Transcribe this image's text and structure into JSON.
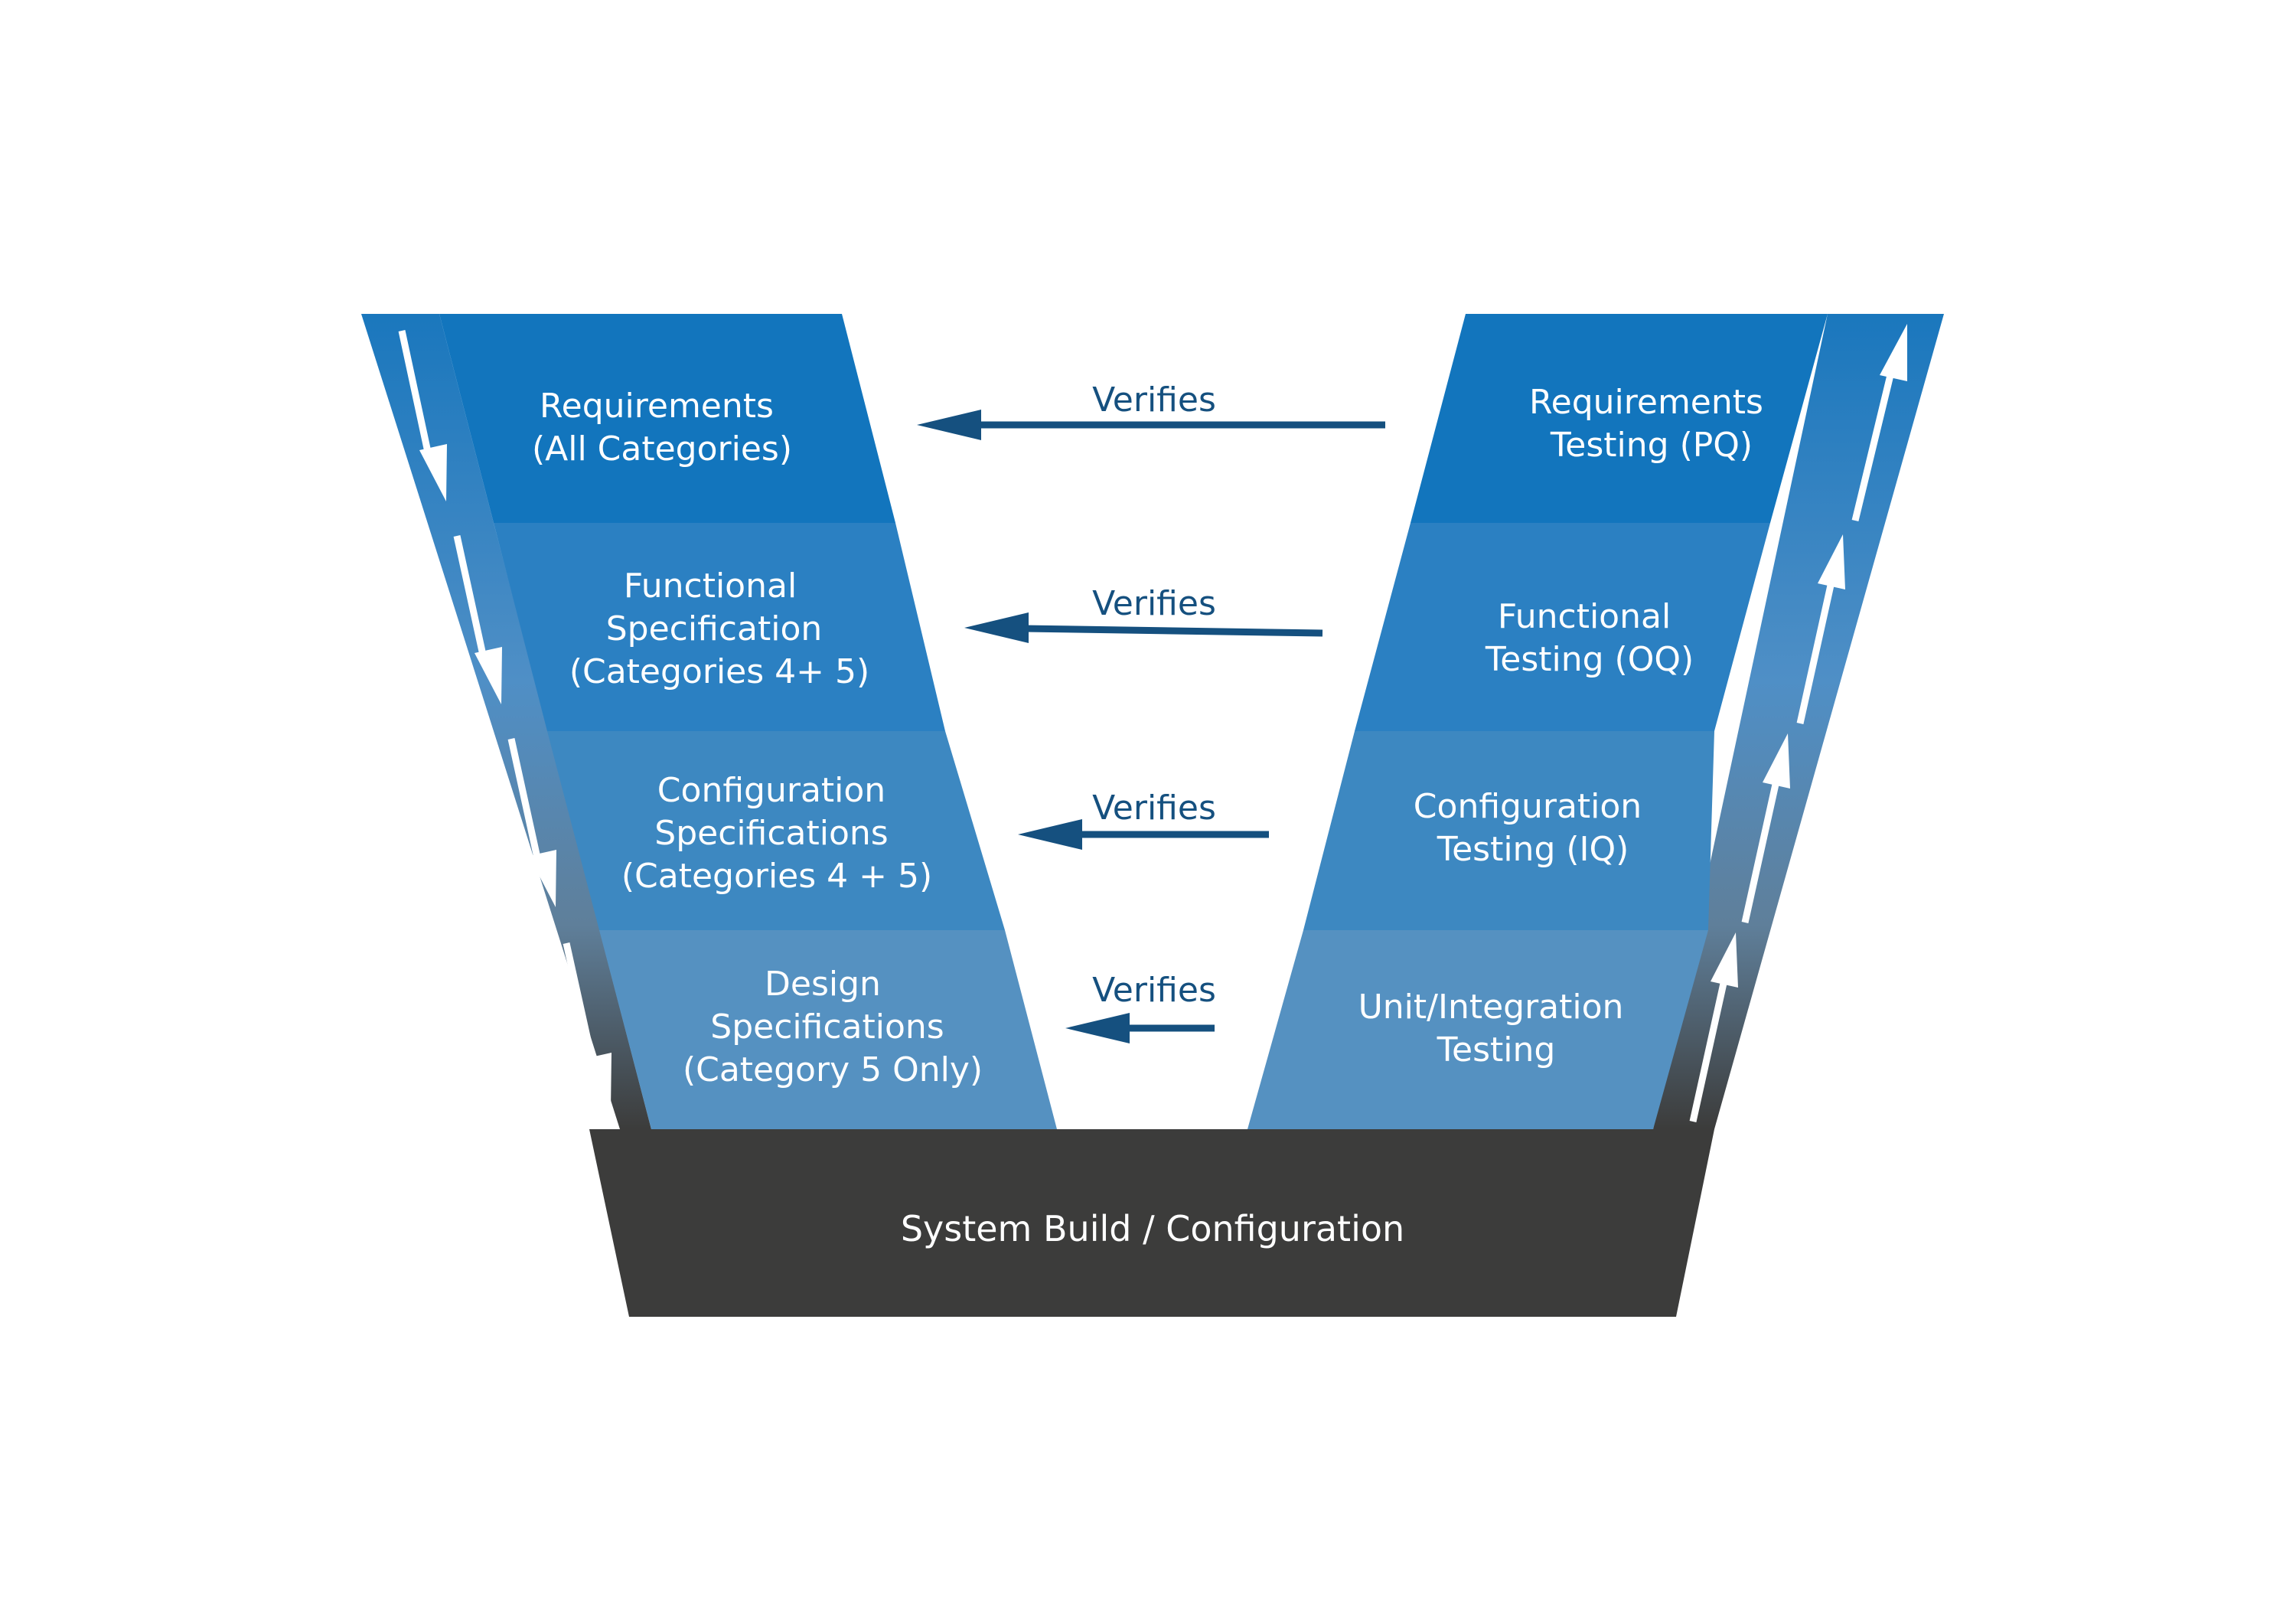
{
  "colors": {
    "row1": "#1275bd",
    "row2": "#2b80c2",
    "row3": "#3d88c1",
    "row4": "#5591c1",
    "base": "#3c3c3b",
    "verify_arrow": "#15507f",
    "flow_arrow": "#ffffff"
  },
  "left_column": [
    {
      "lines": [
        "Requirements",
        "(All Categories)"
      ]
    },
    {
      "lines": [
        "Functional",
        "Specification",
        "(Categories 4+ 5)"
      ]
    },
    {
      "lines": [
        "Configuration",
        "Specifications",
        "(Categories 4 + 5)"
      ]
    },
    {
      "lines": [
        "Design",
        "Specifications",
        "(Category 5 Only)"
      ]
    }
  ],
  "right_column": [
    {
      "lines": [
        "Requirements",
        "Testing (PQ)"
      ]
    },
    {
      "lines": [
        "Functional",
        "Testing (OQ)"
      ]
    },
    {
      "lines": [
        "Configuration",
        "Testing (IQ)"
      ]
    },
    {
      "lines": [
        "Unit/Integration",
        "Testing"
      ]
    }
  ],
  "verifies": [
    "Verifies",
    "Verifies",
    "Verifies",
    "Verifies"
  ],
  "base": {
    "label": "System Build / Configuration"
  }
}
